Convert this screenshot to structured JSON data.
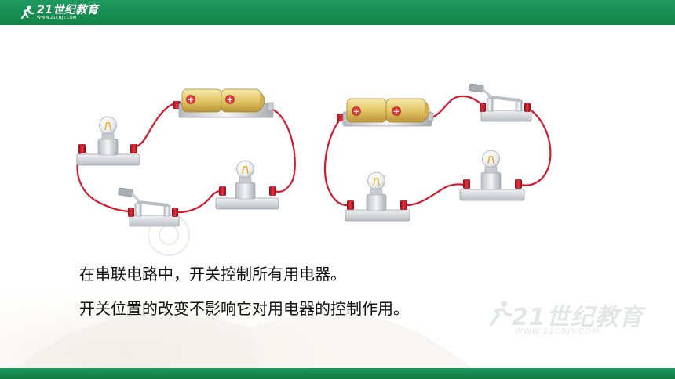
{
  "header": {
    "logo_text": "21世纪教育",
    "logo_sub": "WWW.21CNJY.COM"
  },
  "watermark": {
    "brand": "21世纪教育",
    "sub": "WWW.21CNJY.COM"
  },
  "captions": {
    "line1": "在串联电路中，开关控制所有用电器。",
    "line2": "开关位置的改变不影响它对用电器的控制作用。"
  },
  "battery_symbol": "+",
  "colors": {
    "header_green": "#17914f",
    "wire_red": "#d6182c",
    "battery_gold": "#e8d27a"
  }
}
